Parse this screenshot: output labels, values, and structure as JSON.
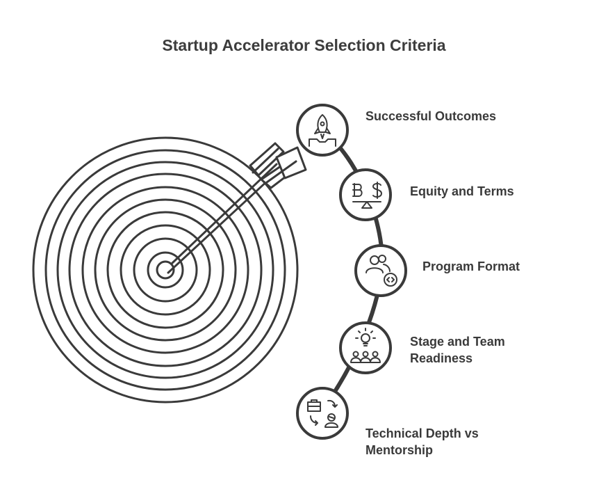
{
  "title": "Startup Accelerator Selection Criteria",
  "colors": {
    "stroke": "#3a3a3a",
    "background": "#ffffff"
  },
  "criteria": [
    {
      "label": "Successful Outcomes",
      "icon": "rocket-launch-icon"
    },
    {
      "label": "Equity and Terms",
      "icon": "balance-scale-currency-icon"
    },
    {
      "label": "Program Format",
      "icon": "people-code-icon"
    },
    {
      "label": "Stage and Team Readiness",
      "icon": "lightbulb-team-icon"
    },
    {
      "label": "Technical Depth vs Mentorship",
      "icon": "briefcase-mentor-exchange-icon"
    }
  ]
}
